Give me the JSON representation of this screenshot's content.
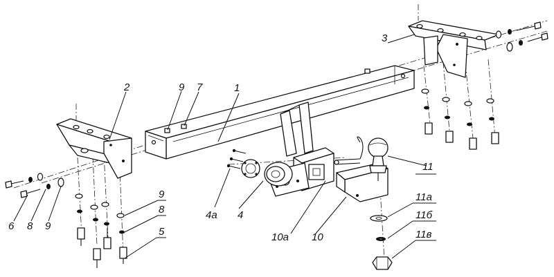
{
  "labels": {
    "p1": "1",
    "p2": "2",
    "p3": "3",
    "p4": "4",
    "p4a": "4а",
    "p5": "5",
    "p6": "6",
    "p7": "7",
    "p8a": "8",
    "p8b": "8",
    "p9a": "9",
    "p9b": "9",
    "p9c": "9",
    "p10": "10",
    "p10a": "10а",
    "p11": "11",
    "p11a": "11а",
    "p11b": "11б",
    "p11v": "11в"
  }
}
